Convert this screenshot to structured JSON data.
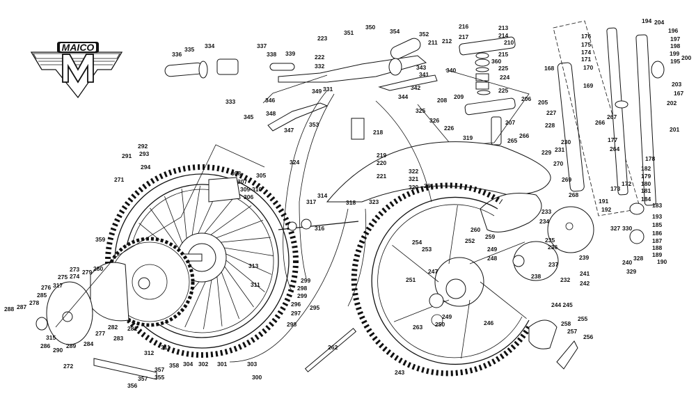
{
  "logo": {
    "brand": "MAICO",
    "letter": "M"
  },
  "labels": [
    "335",
    "334",
    "336",
    "337",
    "338",
    "339",
    "333",
    "223",
    "351",
    "222",
    "332",
    "331",
    "346",
    "349",
    "348",
    "345",
    "353",
    "347",
    "292",
    "293",
    "291",
    "294",
    "271",
    "308",
    "307",
    "309-310",
    "306",
    "305",
    "324",
    "314",
    "317",
    "350",
    "354",
    "352",
    "211",
    "212",
    "216",
    "213",
    "217",
    "214",
    "210",
    "215",
    "360",
    "225",
    "224",
    "225",
    "343",
    "341",
    "340",
    "342",
    "344",
    "208",
    "209",
    "206",
    "205",
    "325",
    "326",
    "218",
    "207",
    "226",
    "319",
    "227",
    "228",
    "266",
    "265",
    "230",
    "231",
    "229",
    "270",
    "219",
    "220",
    "221",
    "322",
    "321",
    "320",
    "261",
    "269",
    "268",
    "176",
    "175",
    "174",
    "171",
    "170",
    "168",
    "169",
    "266",
    "267",
    "177",
    "264",
    "178",
    "173",
    "172",
    "182",
    "179",
    "180",
    "181",
    "184",
    "194",
    "204",
    "196",
    "197",
    "198",
    "199",
    "195",
    "200",
    "203",
    "167",
    "202",
    "201",
    "191",
    "192",
    "183",
    "193",
    "185",
    "186",
    "187",
    "188",
    "189",
    "190",
    "327",
    "330",
    "328",
    "240",
    "239",
    "241",
    "242",
    "329",
    "233",
    "234",
    "235",
    "236",
    "237",
    "232",
    "238",
    "260",
    "259",
    "252",
    "254",
    "253",
    "249",
    "248",
    "247",
    "251",
    "249",
    "250",
    "263",
    "246",
    "243",
    "244 245",
    "255",
    "258",
    "257",
    "256",
    "318",
    "323",
    "316",
    "359",
    "273",
    "274",
    "279",
    "280",
    "275",
    "317",
    "276",
    "285",
    "278",
    "287",
    "288",
    "313",
    "311",
    "299",
    "298",
    "299",
    "296",
    "295",
    "297",
    "298",
    "282",
    "281",
    "277",
    "283",
    "284",
    "289",
    "290",
    "286",
    "315",
    "311",
    "312",
    "272",
    "358",
    "357",
    "355",
    "357",
    "356",
    "304",
    "302",
    "301",
    "303",
    "300",
    "262"
  ]
}
